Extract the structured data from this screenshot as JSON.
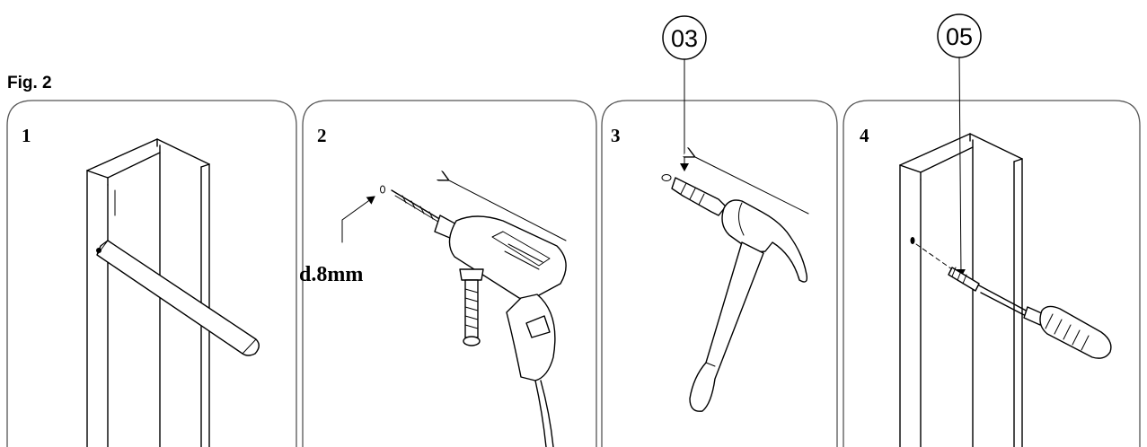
{
  "figure": {
    "label": "Fig. 2",
    "steps": [
      {
        "number": "1"
      },
      {
        "number": "2",
        "dimension": "d.8mm"
      },
      {
        "number": "3",
        "callout": "03"
      },
      {
        "number": "4",
        "callout": "05"
      }
    ]
  }
}
